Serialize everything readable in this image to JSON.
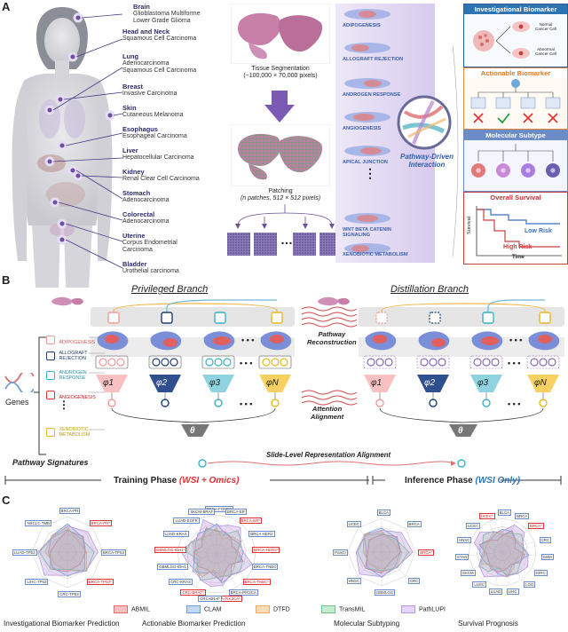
{
  "panelA": {
    "letter": "A",
    "organs": [
      {
        "name": "Brain",
        "sub": [
          "Glioblastoma Multiforme",
          "Lower Grade Glioma"
        ]
      },
      {
        "name": "Head and Neck",
        "sub": [
          "Squamous Cell Carcinoma"
        ]
      },
      {
        "name": "Lung",
        "sub": [
          "Adenocarcinoma",
          "Squamous Cell Carcinoma"
        ]
      },
      {
        "name": "Breast",
        "sub": [
          "Invasive Carcinoma"
        ]
      },
      {
        "name": "Skin",
        "sub": [
          "Cutaneous Melanoma"
        ]
      },
      {
        "name": "Esophagus",
        "sub": [
          "Esophageal Carcinoma"
        ]
      },
      {
        "name": "Liver",
        "sub": [
          "Hepatocellular Carcinoma"
        ]
      },
      {
        "name": "Kidney",
        "sub": [
          "Renal Clear Cell Carcinoma"
        ]
      },
      {
        "name": "Stomach",
        "sub": [
          "Adenocarcinoma"
        ]
      },
      {
        "name": "Colorectal",
        "sub": [
          "Adenocarcinoma"
        ]
      },
      {
        "name": "Uterine",
        "sub": [
          "Corpus Endometrial",
          "Carcinoma"
        ]
      },
      {
        "name": "Bladder",
        "sub": [
          "Urothelial carcinoma"
        ]
      }
    ],
    "tissue_seg": [
      "Tissue Segmentation",
      "(~100,000 × 70,000 pixels)"
    ],
    "patching": [
      "Patching",
      "(n patches, 512 × 512 pixels)"
    ],
    "ellipsis": "…",
    "vdots": "⋮",
    "pathways": [
      "ADIPOGENESIS",
      "ALLOGRAFT REJECTION",
      "ANDROGEN RESPONSE",
      "ANGIOGENESIS",
      "APICAL JUNCTION",
      "WNT BETA CATENIN SIGNALING",
      "XENOBIOTIC METABOLISM"
    ],
    "interaction": [
      "Pathway-Driven",
      "Interaction"
    ],
    "boxes": {
      "investigational": "Investigational Biomarker",
      "normal_cell": [
        "Normal",
        "Cancer Cell"
      ],
      "abnormal_cell": [
        "Abnormal",
        "Cancer Cell"
      ],
      "actionable": "Actionable Biomarker",
      "molecular": "Molecular Subtype",
      "survival": "Overall Survival",
      "low_risk": "Low Risk",
      "high_risk": "High Risk",
      "survival_axis": "Survival",
      "time_axis": "Time"
    }
  },
  "panelB": {
    "letter": "B",
    "privileged": "Privileged Branch",
    "distillation": "Distillation Branch",
    "pathway_recon": [
      "Pathway",
      "Reconstruction"
    ],
    "attention_align": [
      "Attention",
      "Alignment"
    ],
    "slide_align": "Slide-Level Representation Alignment",
    "genes": "Genes",
    "pathway_signatures": "Pathway Signatures",
    "signatures": [
      "ADIPOGENESIS",
      "ALLOGRAFT REJECTION",
      "ANDROGEN RESPONSE",
      "ANGIOGENESIS",
      "XENOBIOTIC METABOLISM"
    ],
    "phi": [
      "φ1",
      "φ2",
      "φ3",
      "φN"
    ],
    "theta": "θ",
    "ellipsis": "• • •",
    "training": "Training Phase",
    "training_mod": "(WSI + Omics)",
    "inference": "Inference Phase",
    "inference_mod": "(WSI Only)"
  },
  "panelC": {
    "letter": "C",
    "radars": [
      {
        "title": "Investigational Biomarker Prediction",
        "axes": [
          "BRCA-PR",
          "BRCA-PR*",
          "BRCA-TP53",
          "BRCA-TP53*",
          "CRC-TP53",
          "LIHC-TP53",
          "LUAD-TP53",
          "NSCLC-TMB"
        ]
      },
      {
        "title": "Actionable Biomarker Prediction",
        "axes": [
          "BRCA-FGFR3",
          "BRCA-ER",
          "BRCA-ER*",
          "BRCA-HER2",
          "BRCA-HER2*",
          "BRCA-TNBC",
          "BRCA-TNBC*",
          "BRCA-PIK3CA",
          "BRCA-PIK3CA*",
          "CRC-BRAF",
          "CRC-BRAF*",
          "CRC-KRAS",
          "GBMLGG-IDH1",
          "GBMLGG-IDH1*",
          "LUAD-KRAS",
          "LUAD-EGFR",
          "SKCM-BRAF"
        ]
      },
      {
        "title": "Molecular Subtyping",
        "axes": [
          "BLCA",
          "BRCA",
          "BRCA*",
          "CRC",
          "GBMLGG",
          "HNSC",
          "PanGI",
          "UCEC"
        ]
      },
      {
        "title": "Survival Prognosis",
        "axes": [
          "BLCA",
          "BRCA",
          "BRCA*",
          "CRC",
          "GBM",
          "KIRC",
          "LGG",
          "LIHC",
          "LUAD",
          "LUSC",
          "SKCM",
          "STAD",
          "HNSC",
          "UCEC",
          "UCEC*"
        ]
      }
    ],
    "legend": [
      {
        "name": "ABMIL",
        "color": "#e06c6c"
      },
      {
        "name": "CLAM",
        "color": "#6a9fd8"
      },
      {
        "name": "DTFD",
        "color": "#f0a860"
      },
      {
        "name": "TransMIL",
        "color": "#6cc48a"
      },
      {
        "name": "PathLUPI",
        "color": "#b99ae0"
      }
    ]
  }
}
